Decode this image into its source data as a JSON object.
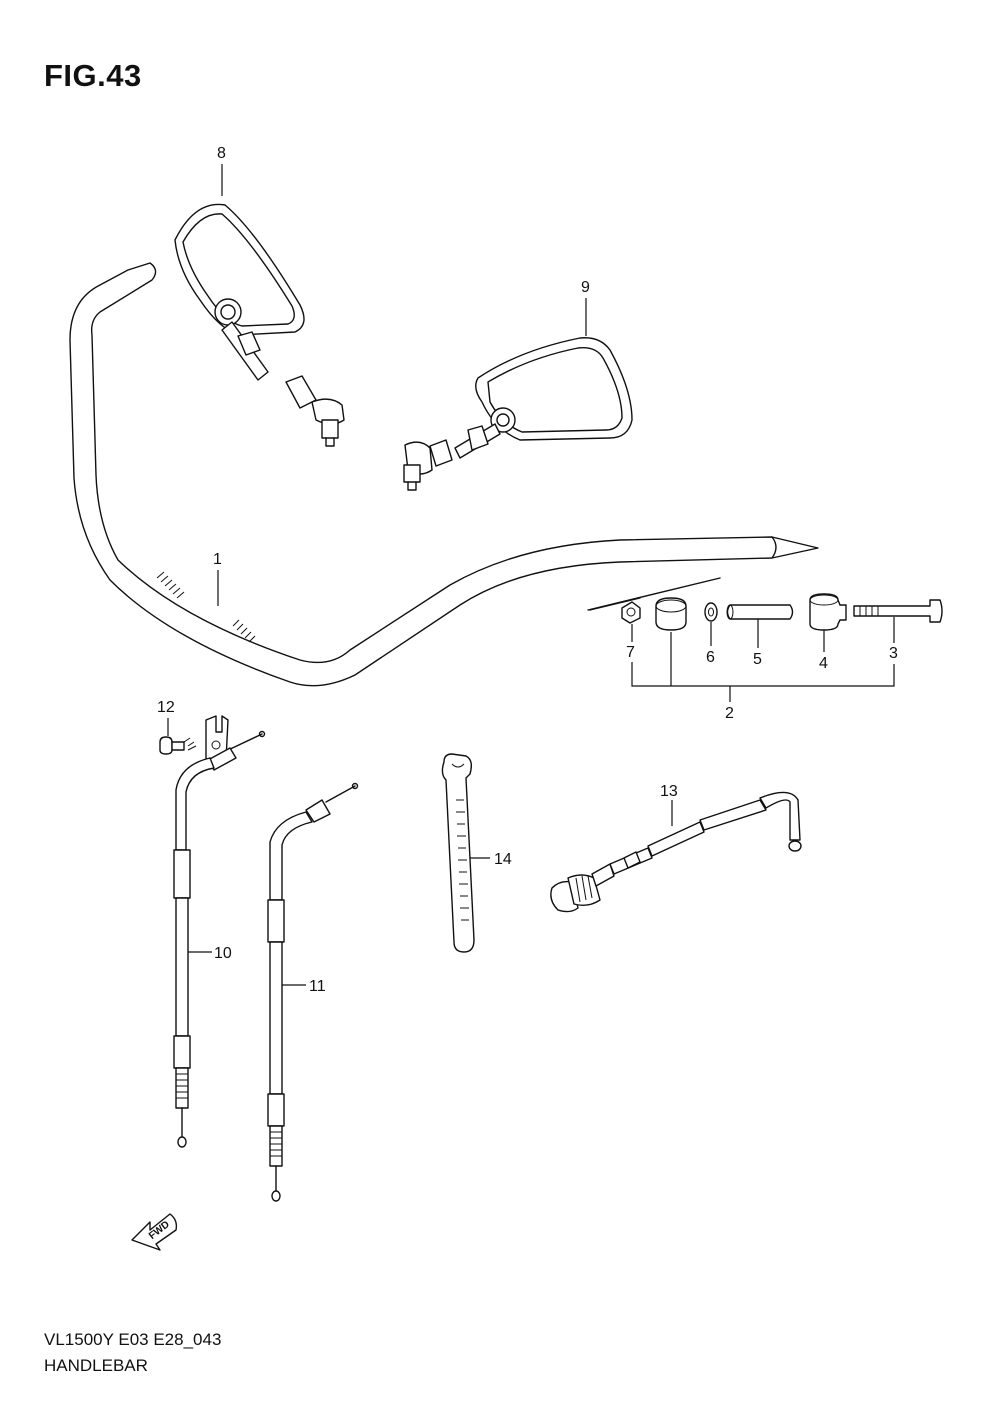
{
  "title": "FIG.43",
  "footer": {
    "model_code": "VL1500Y E03 E28_043",
    "part_name": "HANDLEBAR"
  },
  "direction_arrow": "FWD",
  "callouts": [
    {
      "id": "1"
    },
    {
      "id": "2"
    },
    {
      "id": "3"
    },
    {
      "id": "4"
    },
    {
      "id": "5"
    },
    {
      "id": "6"
    },
    {
      "id": "7"
    },
    {
      "id": "8"
    },
    {
      "id": "9"
    },
    {
      "id": "10"
    },
    {
      "id": "11"
    },
    {
      "id": "12"
    },
    {
      "id": "13"
    },
    {
      "id": "14"
    }
  ]
}
